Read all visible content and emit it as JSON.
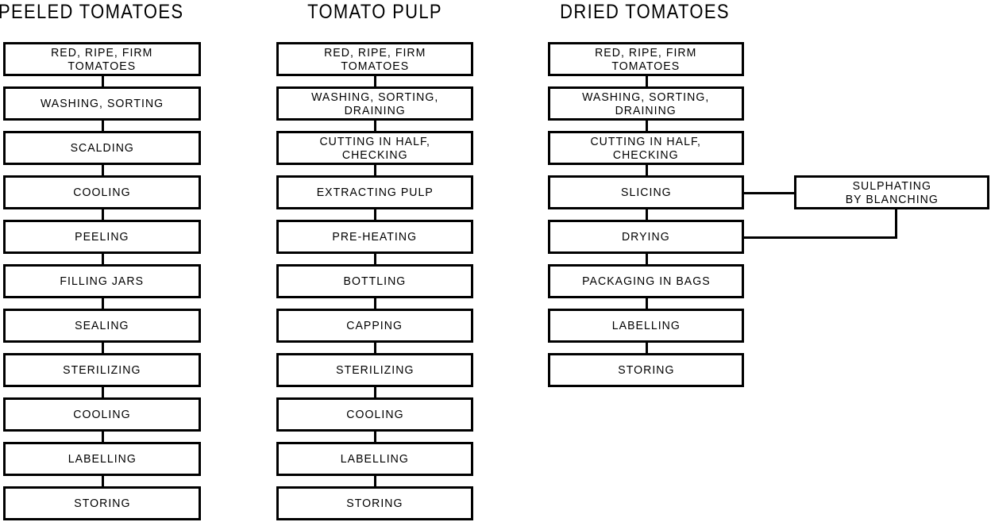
{
  "diagram": {
    "title_row": [
      {
        "id": "col1",
        "label": "PEELED  TOMATOES"
      },
      {
        "id": "col2",
        "label": "TOMATO  PULP"
      },
      {
        "id": "col3",
        "label": "DRIED TOMATOES"
      }
    ],
    "colors": {
      "line": "#000000",
      "background": "#ffffff",
      "text": "#000000"
    },
    "columns": [
      {
        "id": "peeled-tomatoes",
        "title": "PEELED  TOMATOES",
        "steps": [
          "RED,  RIPE,  FIRM\nTOMATOES",
          "WASHING,  SORTING",
          "SCALDING",
          "COOLING",
          "PEELING",
          "FILLING  JARS",
          "SEALING",
          "STERILIZING",
          "COOLING",
          "LABELLING",
          "STORING"
        ]
      },
      {
        "id": "tomato-pulp",
        "title": "TOMATO  PULP",
        "steps": [
          "RED,  RIPE,  FIRM\nTOMATOES",
          "WASHING,  SORTING,\nDRAINING",
          "CUTTING  IN  HALF,\nCHECKING",
          "EXTRACTING  PULP",
          "PRE-HEATING",
          "BOTTLING",
          "CAPPING",
          "STERILIZING",
          "COOLING",
          "LABELLING",
          "STORING"
        ]
      },
      {
        "id": "dried-tomatoes",
        "title": "DRIED TOMATOES",
        "steps": [
          "RED,  RIPE,  FIRM\nTOMATOES",
          "WASHING,  SORTING,\nDRAINING",
          "CUTTING  IN  HALF,\nCHECKING",
          "SLICING",
          "DRYING",
          "PACKAGING IN BAGS",
          "LABELLING",
          "STORING"
        ]
      }
    ],
    "side_branch": {
      "id": "sulphating",
      "label": "SULPHATING\nBY BLANCHING",
      "from_step": "SLICING",
      "to_step": "DRYING"
    }
  }
}
